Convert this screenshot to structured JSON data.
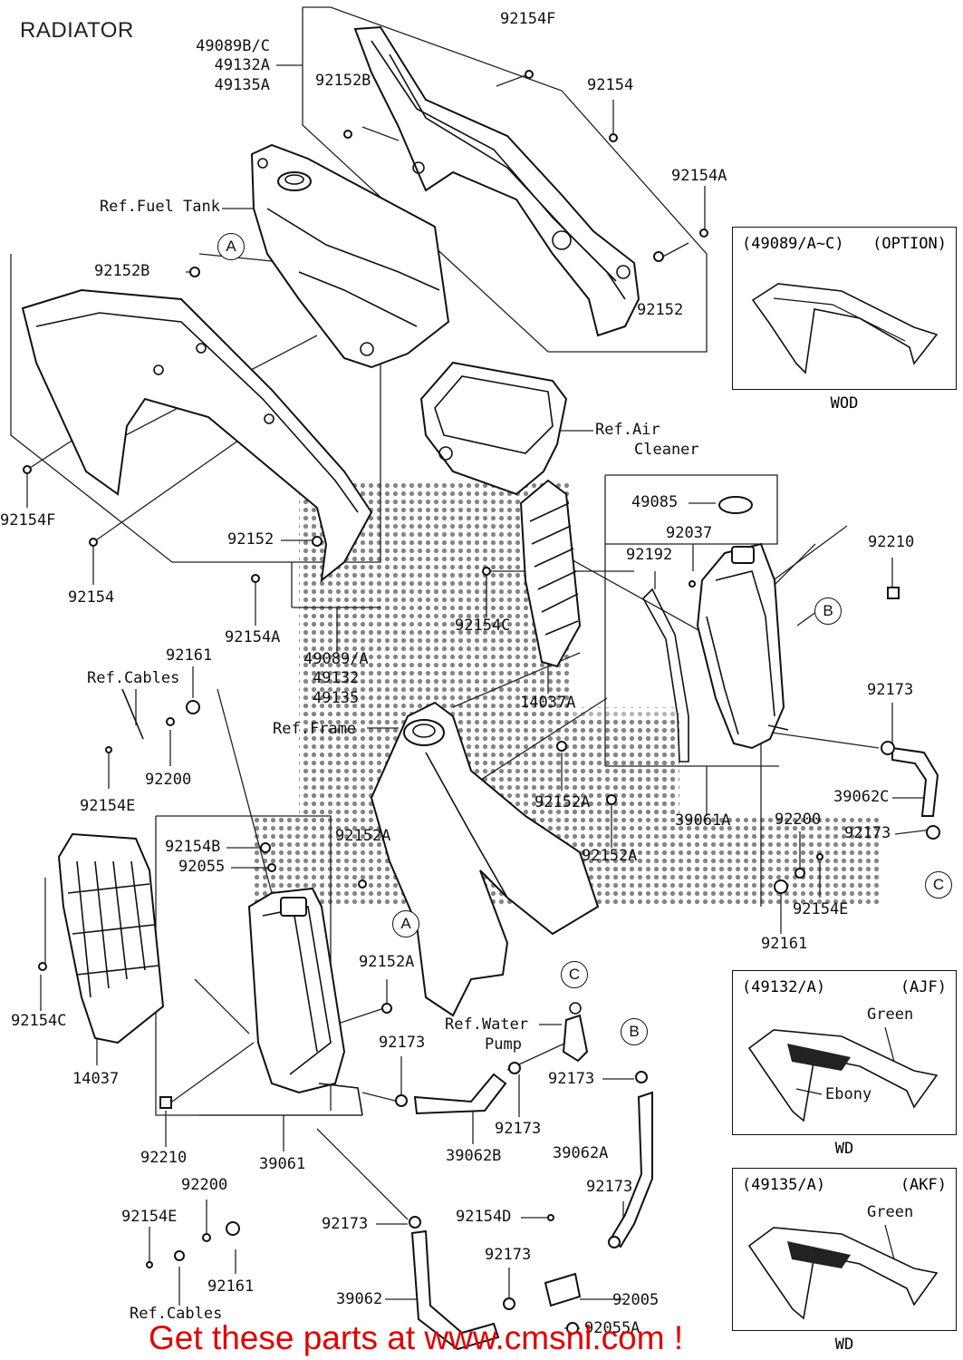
{
  "title": "RADIATOR",
  "promo": "Get these parts at www.cmsnl.com !",
  "labels": {
    "l1": "92154F",
    "l2": "49089B/C",
    "l3": "49132A",
    "l4": "49135A",
    "l5": "92152B",
    "l6": "92154",
    "l7": "92154A",
    "l8": "Ref.Fuel Tank",
    "l9": "92152B",
    "l10": "92152",
    "l11": "Ref.Air",
    "l12": "Cleaner",
    "l13": "92154F",
    "l14": "92152",
    "l15": "92154",
    "l16": "92154A",
    "l17": "49085",
    "l18": "92037",
    "l19": "92192",
    "l20": "92210",
    "l21": "92154C",
    "l22": "49089/A",
    "l23": "49132",
    "l24": "49135",
    "l25": "14037A",
    "l26": "92161",
    "l27": "Ref.Cables",
    "l28": "Ref.Frame",
    "l29": "92173",
    "l30": "92200",
    "l31": "92154E",
    "l32": "92152A",
    "l33": "39062C",
    "l34": "39061A",
    "l35": "92154B",
    "l36": "92152A",
    "l37": "92173",
    "l38": "92055",
    "l39": "92152A",
    "l40": "92200",
    "l41": "92154E",
    "l42": "92161",
    "l43": "92152A",
    "l44": "92154C",
    "l45": "Ref.Water",
    "l46": "Pump",
    "l47": "92173",
    "l48": "92173",
    "l49": "14037",
    "l50": "92173",
    "l51": "92210",
    "l52": "39061",
    "l53": "39062B",
    "l54": "39062A",
    "l55": "92200",
    "l56": "92173",
    "l57": "92154E",
    "l58": "92173",
    "l59": "92154D",
    "l60": "92161",
    "l61": "92173",
    "l62": "39062",
    "l63": "92005",
    "l64": "Ref.Cables",
    "l65": "92055A"
  },
  "callouts": {
    "c1": "A",
    "c2": "B",
    "c3": "C",
    "c4": "A",
    "c5": "C",
    "c6": "B"
  },
  "insets": {
    "wod": {
      "header": "(49089/A~C)",
      "header2": "(OPTION)",
      "caption": "WOD"
    },
    "ajf": {
      "header": "(49132/A)",
      "header2": "(AJF)",
      "green": "Green",
      "ebony": "Ebony",
      "caption": "WD"
    },
    "akf": {
      "header": "(49135/A)",
      "header2": "(AKF)",
      "green": "Green",
      "caption": "WD"
    }
  },
  "colors": {
    "line": "#222222",
    "promo": "#e00000",
    "background": "#ffffff"
  }
}
